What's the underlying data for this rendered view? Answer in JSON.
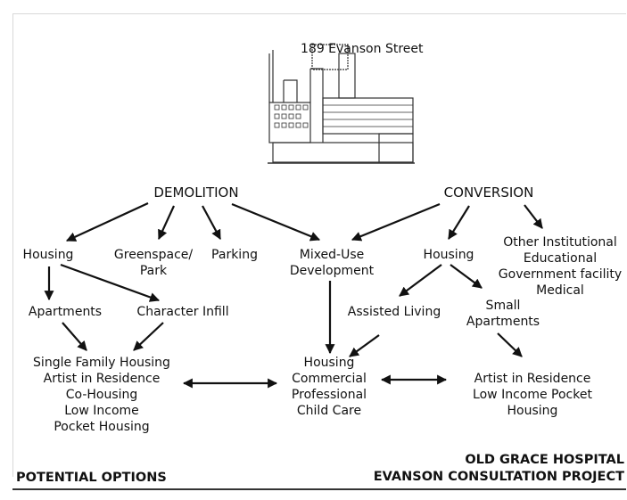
{
  "address": "189 Evanson Street",
  "nodes": {
    "demolition": "DEMOLITION",
    "conversion": "CONVERSION",
    "housing_demo": "Housing",
    "greenspace": [
      "Greenspace/",
      "Park"
    ],
    "parking": "Parking",
    "mixed_use": [
      "Mixed-Use",
      "Development"
    ],
    "housing_conv": "Housing",
    "other": [
      "Other Institutional",
      "Educational",
      "Government facility",
      "Medical"
    ],
    "apartments": "Apartments",
    "character_infill": "Character Infill",
    "assisted_living": "Assisted Living",
    "small_apartments": [
      "Small",
      "Apartments"
    ],
    "left_outcome": [
      "Single Family Housing",
      "Artist in Residence",
      "Co-Housing",
      "Low Income",
      "Pocket Housing"
    ],
    "center_outcome": [
      "Housing",
      "Commercial",
      "Professional",
      "Child Care"
    ],
    "right_outcome": [
      "Artist in Residence",
      "Low Income Pocket",
      "Housing"
    ]
  },
  "footer": {
    "left": "POTENTIAL OPTIONS",
    "right": [
      "OLD GRACE HOSPITAL",
      "EVANSON CONSULTATION PROJECT"
    ]
  }
}
